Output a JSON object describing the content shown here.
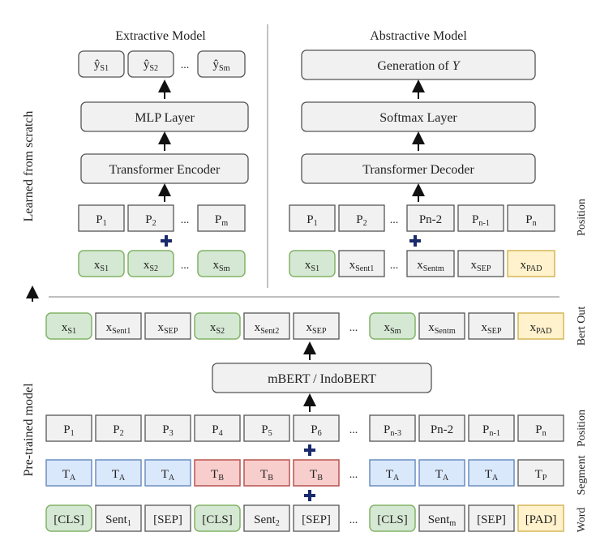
{
  "colors": {
    "gray_fill": "#f1f1f1",
    "gray_stroke": "#555555",
    "green_fill": "#d5e8d4",
    "green_stroke": "#82b366",
    "blue_fill": "#dae8fc",
    "blue_stroke": "#6c8ebf",
    "red_fill": "#f8cecc",
    "red_stroke": "#b85450",
    "yellow_fill": "#fff2cc",
    "yellow_stroke": "#d6b656",
    "plus": "#1a2a6c"
  },
  "titles": {
    "extractive": "Extractive Model",
    "abstractive": "Abstractive Model"
  },
  "side_labels": {
    "learned": "Learned from scratch",
    "pretrained": "Pre-trained model",
    "position_top": "Position",
    "bert_out": "Bert Out",
    "position_bottom": "Position",
    "segment": "Segment",
    "word": "Word"
  },
  "extractive": {
    "outputs": [
      {
        "base": "ŷ",
        "sub": "S1"
      },
      {
        "base": "ŷ",
        "sub": "S2"
      },
      {
        "base": "ŷ",
        "sub": "Sm"
      }
    ],
    "mlp": "MLP Layer",
    "encoder": "Transformer Encoder",
    "positions": [
      {
        "base": "P",
        "sub": "1"
      },
      {
        "base": "P",
        "sub": "2"
      },
      {
        "base": "P",
        "sub": "m"
      }
    ],
    "inputs": [
      {
        "base": "x",
        "sub": "S1"
      },
      {
        "base": "x",
        "sub": "S2"
      },
      {
        "base": "x",
        "sub": "Sm"
      }
    ]
  },
  "abstractive": {
    "generation_prefix": "Generation of ",
    "generation_var": "Y",
    "softmax": "Softmax Layer",
    "decoder": "Transformer Decoder",
    "positions": [
      {
        "base": "P",
        "sub": "1"
      },
      {
        "base": "P",
        "sub": "2"
      },
      {
        "base": "Pn-2",
        "sub": ""
      },
      {
        "base": "P",
        "sub": "n-1"
      },
      {
        "base": "P",
        "sub": "n"
      }
    ],
    "inputs": [
      {
        "base": "x",
        "sub": "S1"
      },
      {
        "base": "x",
        "sub": "Sent1"
      },
      {
        "base": "x",
        "sub": "Sentm"
      },
      {
        "base": "x",
        "sub": "SEP"
      },
      {
        "base": "x",
        "sub": "PAD"
      }
    ]
  },
  "bert_out": [
    {
      "base": "x",
      "sub": "S1"
    },
    {
      "base": "x",
      "sub": "Sent1"
    },
    {
      "base": "x",
      "sub": "SEP"
    },
    {
      "base": "x",
      "sub": "S2"
    },
    {
      "base": "x",
      "sub": "Sent2"
    },
    {
      "base": "x",
      "sub": "SEP"
    },
    {
      "base": "x",
      "sub": "Sm"
    },
    {
      "base": "x",
      "sub": "Sentm"
    },
    {
      "base": "x",
      "sub": "SEP"
    },
    {
      "base": "x",
      "sub": "PAD"
    }
  ],
  "bert_label": "mBERT / IndoBERT",
  "positions": [
    {
      "base": "P",
      "sub": "1"
    },
    {
      "base": "P",
      "sub": "2"
    },
    {
      "base": "P",
      "sub": "3"
    },
    {
      "base": "P",
      "sub": "4"
    },
    {
      "base": "P",
      "sub": "5"
    },
    {
      "base": "P",
      "sub": "6"
    },
    {
      "base": "P",
      "sub": "n-3"
    },
    {
      "base": "Pn-2",
      "sub": ""
    },
    {
      "base": "P",
      "sub": "n-1"
    },
    {
      "base": "P",
      "sub": "n"
    }
  ],
  "segments": [
    {
      "base": "T",
      "sub": "A"
    },
    {
      "base": "T",
      "sub": "A"
    },
    {
      "base": "T",
      "sub": "A"
    },
    {
      "base": "T",
      "sub": "B"
    },
    {
      "base": "T",
      "sub": "B"
    },
    {
      "base": "T",
      "sub": "B"
    },
    {
      "base": "T",
      "sub": "A"
    },
    {
      "base": "T",
      "sub": "A"
    },
    {
      "base": "T",
      "sub": "A"
    },
    {
      "base": "T",
      "sub": "P"
    }
  ],
  "words": [
    {
      "base": "[CLS]",
      "sub": ""
    },
    {
      "base": "Sent",
      "sub": "1"
    },
    {
      "base": "[SEP]",
      "sub": ""
    },
    {
      "base": "[CLS]",
      "sub": ""
    },
    {
      "base": "Sent",
      "sub": "2"
    },
    {
      "base": "[SEP]",
      "sub": ""
    },
    {
      "base": "[CLS]",
      "sub": ""
    },
    {
      "base": "Sent",
      "sub": "m"
    },
    {
      "base": "[SEP]",
      "sub": ""
    },
    {
      "base": "[PAD]",
      "sub": ""
    }
  ],
  "ellipsis": "..."
}
